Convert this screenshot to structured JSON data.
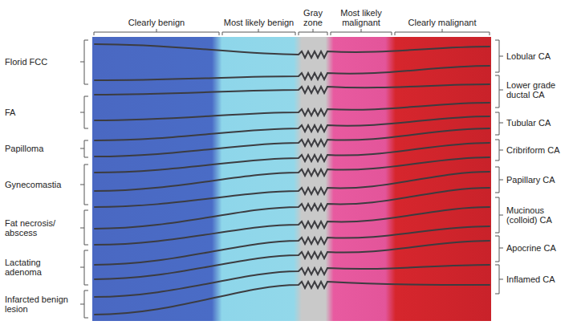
{
  "diagram": {
    "nodes": [
      {
        "text": [
          "Clearly benign"
        ]
      },
      {
        "text": [
          "Most likely benign"
        ]
      },
      {
        "text": [
          "Gray zone"
        ]
      },
      {
        "text": [
          "Most likely malignant"
        ]
      },
      {
        "text": [
          "Clearly malignant"
        ]
      }
    ],
    "labels": [
      "Florid FCC",
      "FA",
      "Papilloma",
      "Gynecomastia",
      "Fat necrosis/ abscess",
      "Lactating adenoma",
      "Infarcted benign lesion",
      "Lobular CA",
      "Lower grade ductal CA",
      "Tubular CA",
      "Cribriform CA",
      "Papillary CA",
      "Mucinous (colloid) CA",
      "Apocrine CA",
      "Inflamed CA"
    ]
  }
}
